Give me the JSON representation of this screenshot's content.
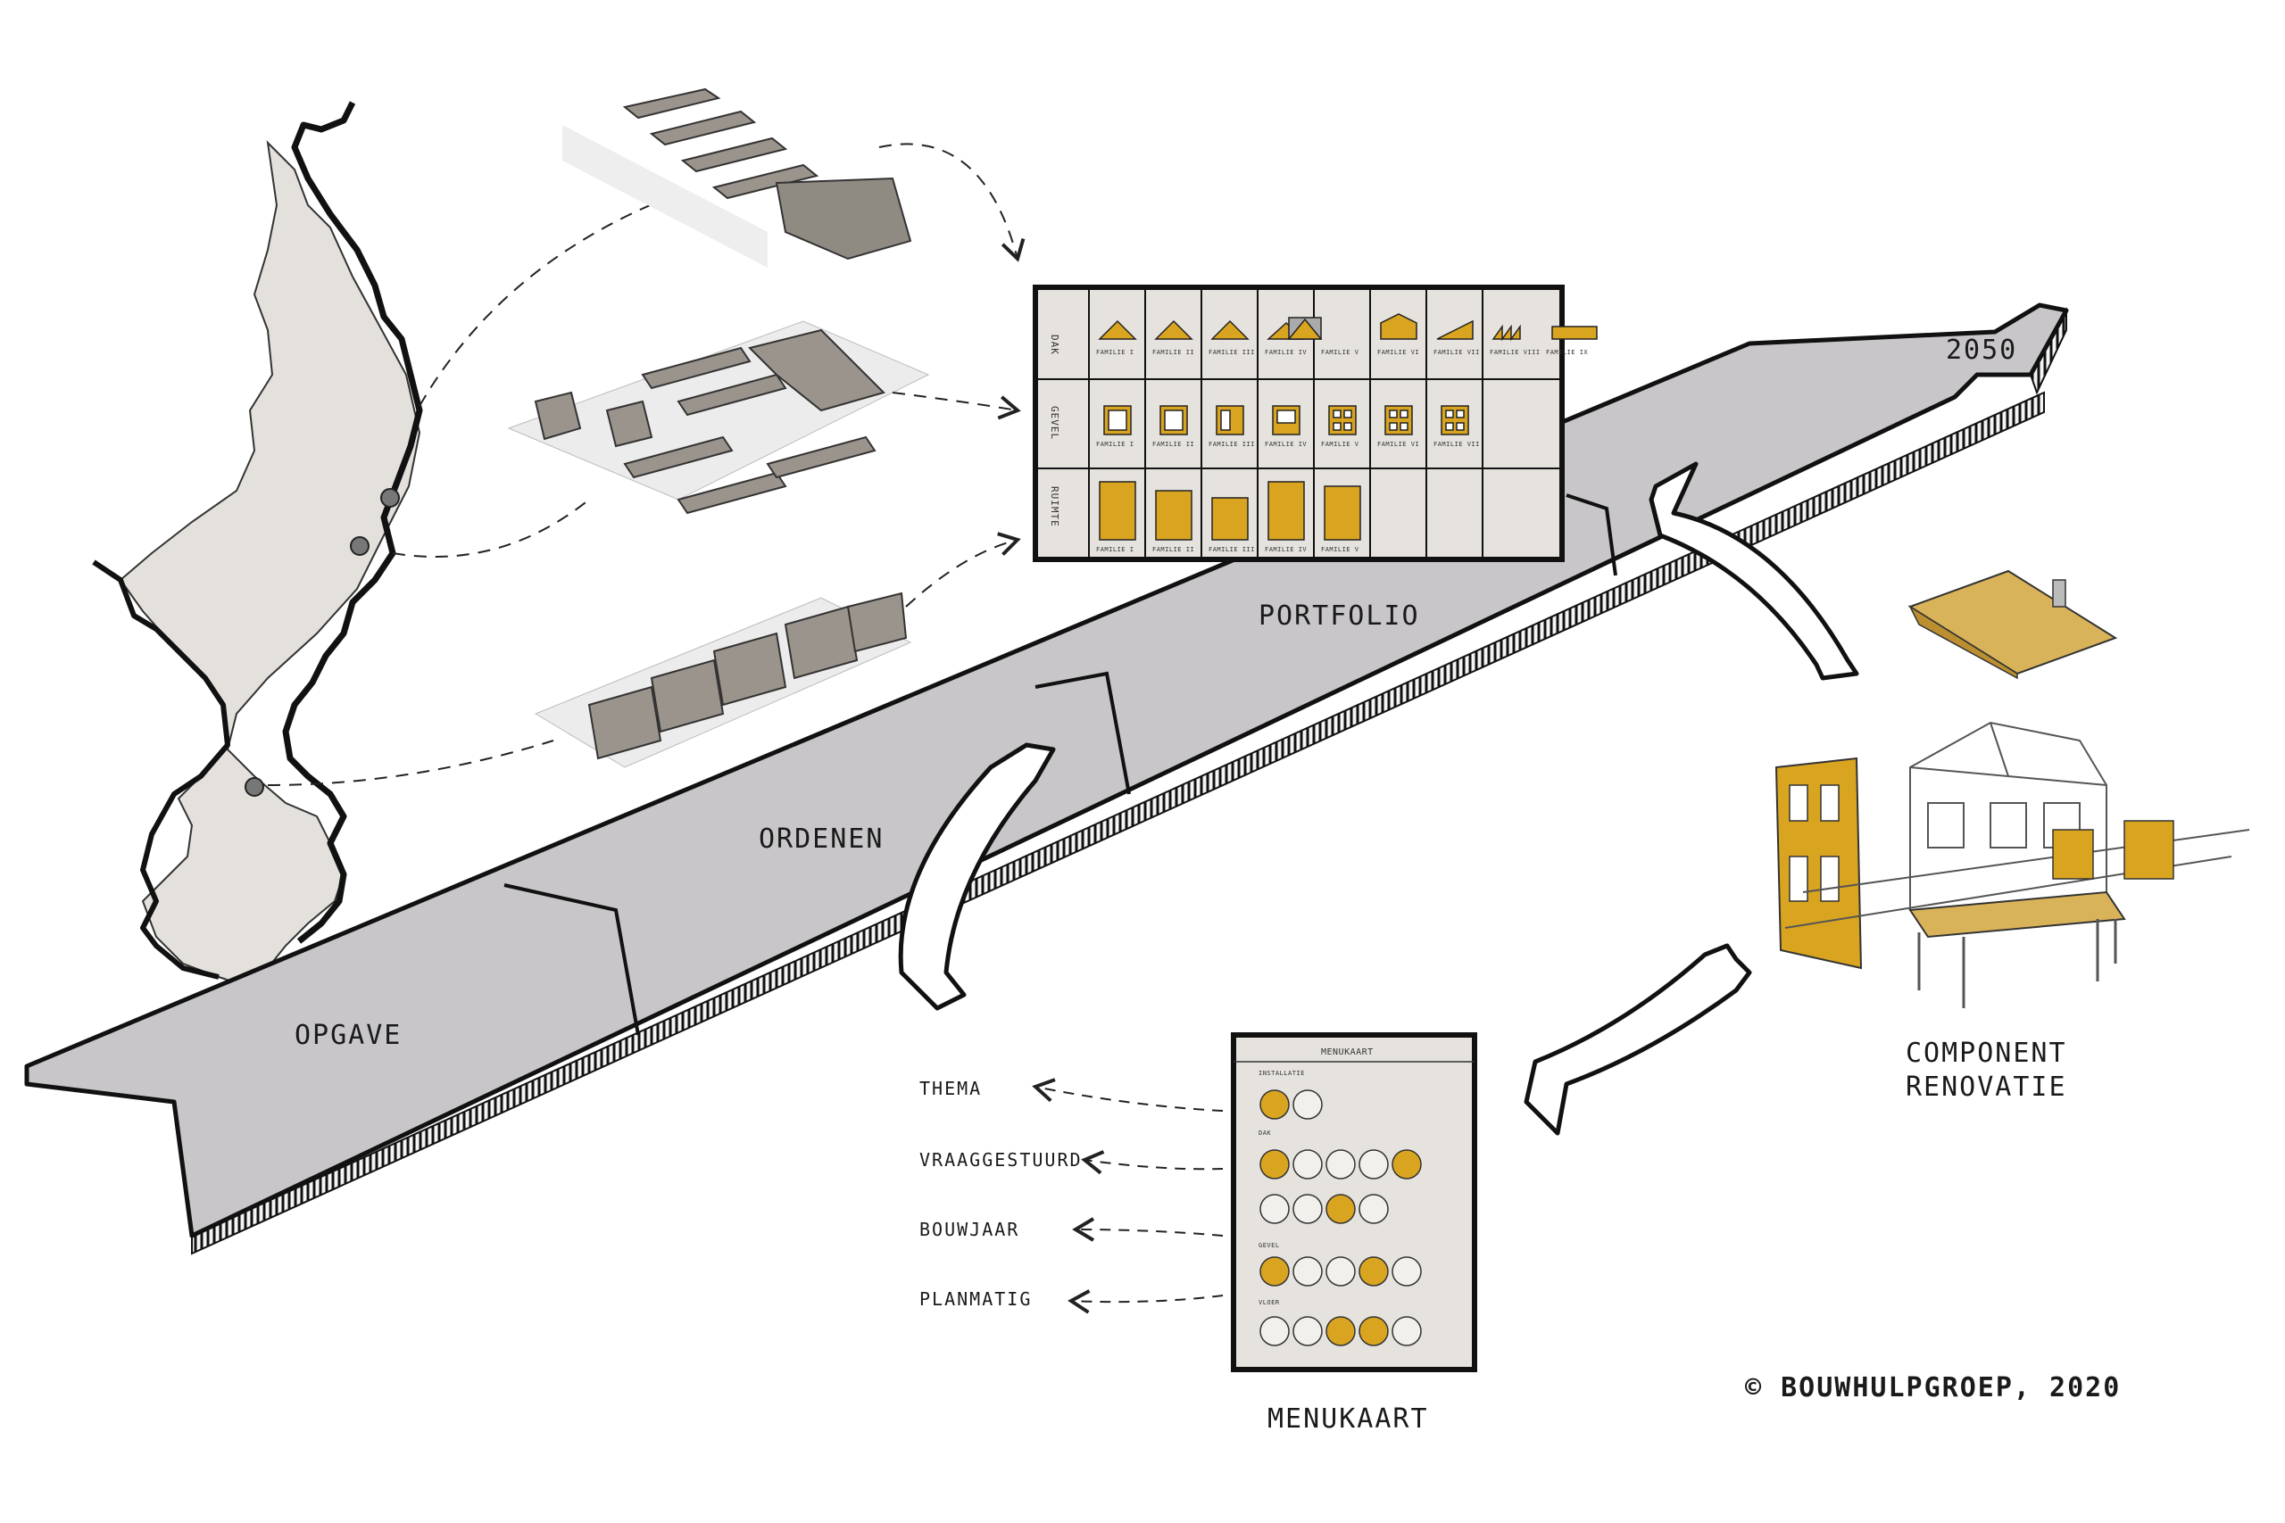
{
  "labels": {
    "opgave": "OPGAVE",
    "ordenen": "ORDENEN",
    "portfolio": "PORTFOLIO",
    "year": "2050",
    "component": "COMPONENT",
    "renovatie": "RENOVATIE",
    "menukaart": "MENUKAART",
    "copyright": "© BOUWHULPGROEP, 2020"
  },
  "menu_options": [
    "THEMA",
    "VRAAGGESTUURD",
    "BOUWJAAR",
    "PLANMATIG"
  ],
  "portfolio_grid": {
    "rows": [
      "DAK",
      "GEVEL",
      "RUIMTE"
    ],
    "dak": [
      "FAMILIE I",
      "FAMILIE II",
      "FAMILIE III",
      "FAMILIE IV",
      "FAMILIE V",
      "FAMILIE VI",
      "FAMILIE VII",
      "FAMILIE VIII",
      "FAMILIE IX"
    ],
    "gevel": [
      "FAMILIE I",
      "FAMILIE II",
      "FAMILIE III",
      "FAMILIE IV",
      "FAMILIE V",
      "FAMILIE VI",
      "FAMILIE VII"
    ],
    "ruimte": [
      "FAMILIE I",
      "FAMILIE II",
      "FAMILIE III",
      "FAMILIE IV",
      "FAMILIE V"
    ]
  },
  "menucard": {
    "title": "MENUKAART",
    "sections": [
      "INSTALLATIE",
      "DAK",
      "GEVEL",
      "VLOER"
    ]
  },
  "colors": {
    "road": "#c8c6c9",
    "map": "#e4e1dc",
    "accent": "#d9a520",
    "ink": "#111111",
    "panel": "#e6e3de"
  }
}
